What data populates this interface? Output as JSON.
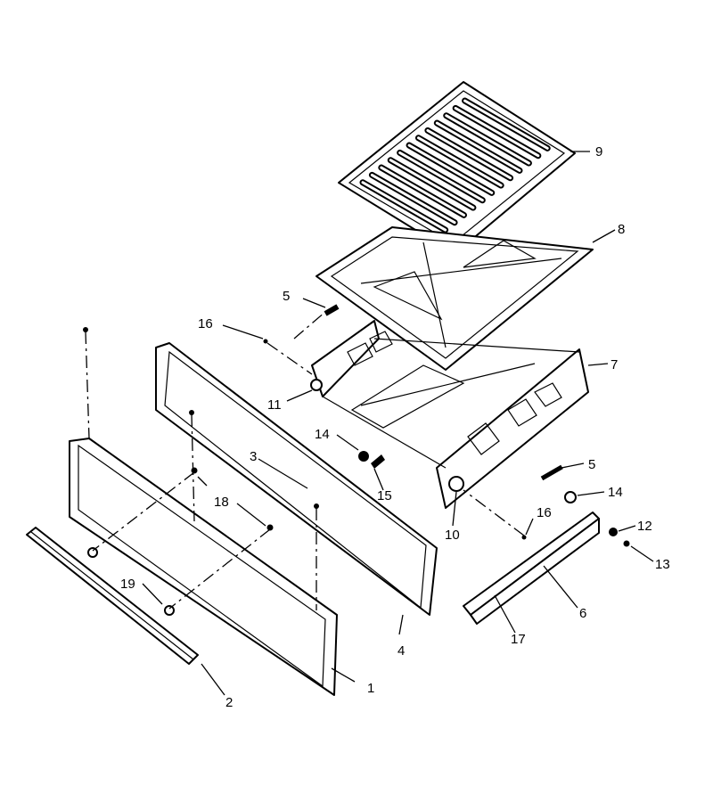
{
  "callouts": {
    "c1": "1",
    "c2": "2",
    "c3": "3",
    "c4": "4",
    "c5a": "5",
    "c5b": "5",
    "c6": "6",
    "c7": "7",
    "c8": "8",
    "c9": "9",
    "c10": "10",
    "c11": "11",
    "c12": "12",
    "c13": "13",
    "c14a": "14",
    "c14b": "14",
    "c15": "15",
    "c16a": "16",
    "c16b": "16",
    "c17": "17",
    "c18": "18",
    "c19": "19"
  }
}
